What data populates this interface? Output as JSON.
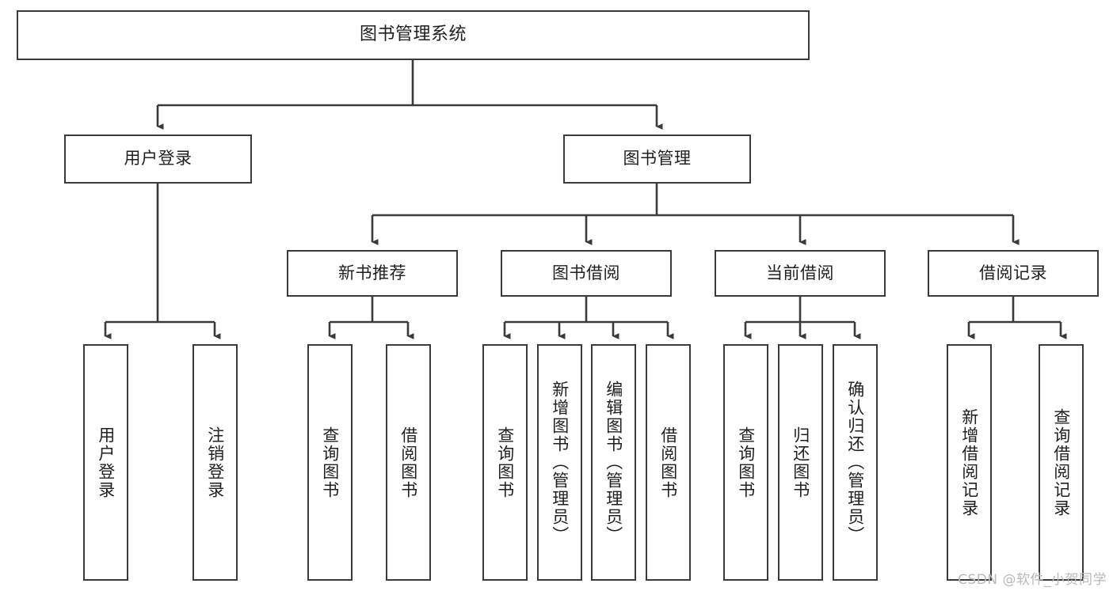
{
  "diagram": {
    "title": "图书管理系统",
    "type": "tree-hierarchy-diagram",
    "colors": {
      "stroke": "#3a3a3a",
      "fill": "#ffffff",
      "text": "#1f1f1f",
      "watermark": "#b9b9b9"
    },
    "nodes": {
      "root": {
        "label": "图书管理系统"
      },
      "level2": [
        {
          "id": "user-login",
          "label": "用户登录"
        },
        {
          "id": "book-manage",
          "label": "图书管理"
        }
      ],
      "level3": [
        {
          "id": "new-book-recommend",
          "label": "新书推荐"
        },
        {
          "id": "book-borrow",
          "label": "图书借阅"
        },
        {
          "id": "current-borrow",
          "label": "当前借阅"
        },
        {
          "id": "borrow-record",
          "label": "借阅记录"
        }
      ],
      "leaves": [
        {
          "id": "leaf-user-login",
          "label": "用户登录"
        },
        {
          "id": "leaf-logout-login",
          "label": "注销登录"
        },
        {
          "id": "leaf-query-book-1",
          "label": "查询图书"
        },
        {
          "id": "leaf-borrow-book-1",
          "label": "借阅图书"
        },
        {
          "id": "leaf-query-book-2",
          "label": "查询图书"
        },
        {
          "id": "leaf-add-book-admin",
          "label": "新增图书（管理员）"
        },
        {
          "id": "leaf-edit-book-admin",
          "label": "编辑图书（管理员）"
        },
        {
          "id": "leaf-borrow-book-2",
          "label": "借阅图书"
        },
        {
          "id": "leaf-query-book-3",
          "label": "查询图书"
        },
        {
          "id": "leaf-return-book",
          "label": "归还图书"
        },
        {
          "id": "leaf-confirm-return-admin",
          "label": "确认归还（管理员）"
        },
        {
          "id": "leaf-add-borrow-record",
          "label": "新增借阅记录"
        },
        {
          "id": "leaf-query-borrow-record",
          "label": "查询借阅记录"
        }
      ]
    },
    "watermark": "CSDN @软件_小贺同学"
  }
}
